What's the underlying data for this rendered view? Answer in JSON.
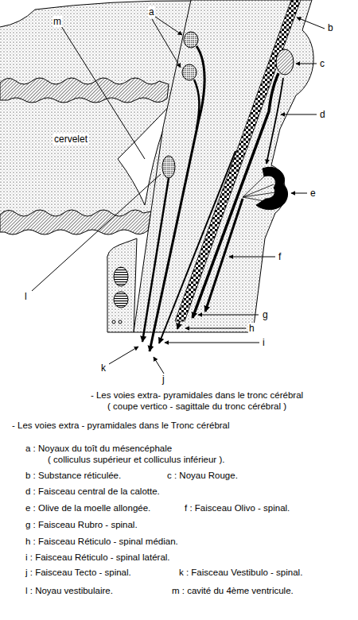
{
  "diagram": {
    "caption": "- Les voies extra- pyramidales dans le tronc cérébral ( coupe vertico - sagittale du tronc cérébral )",
    "labels": [
      "a",
      "m",
      "b",
      "c",
      "d",
      "cervelet",
      "e",
      "f",
      "l",
      "g",
      "h",
      "i",
      "k",
      "j",
      "- Les voies extra - pyramidales dans le Tronc cérébral",
      "a : Noyaux du toît du mésencéphale",
      "( colliculus supérieur et colliculus inférieur ).",
      "b : Substance réticulée.",
      "c : Noyau Rouge.",
      "d : Faisceau central de la calotte.",
      "e : Olive de la moelle allongée.",
      "f : Faisceau Olivo - spinal.",
      "g : Faisceau Rubro - spinal.",
      "h : Faisceau Réticulo - spinal médian.",
      "i : Faisceau Réticulo - spinal latéral.",
      "j : Faisceau Tecto - spinal.",
      "k : Faisceau Vestibulo - spinal.",
      "l : Noyau vestibulaire.",
      "m : cavité du 4ème ventricule."
    ]
  }
}
